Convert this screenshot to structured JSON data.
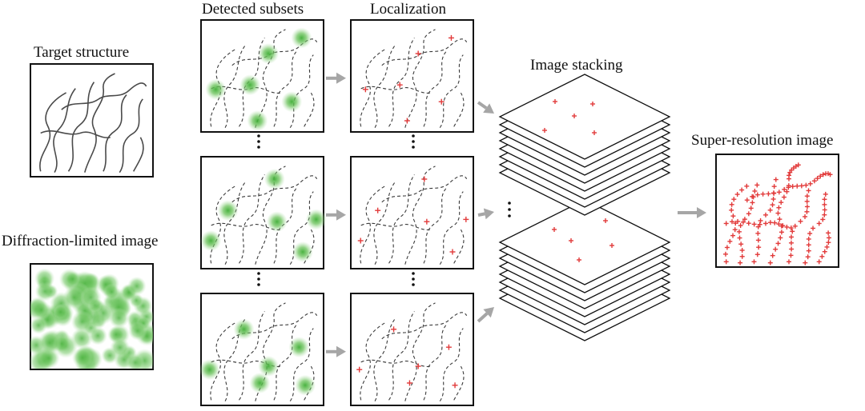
{
  "labels": {
    "target": "Target structure",
    "diffraction": "Diffraction-limited image",
    "detected": "Detected subsets",
    "localization": "Localization",
    "stacking": "Image stacking",
    "superres": "Super-resolution image"
  },
  "colors": {
    "fluorophore_green": "#5cbf4a",
    "localization_red": "#e23a3a",
    "arrow_gray": "#a6a6a6",
    "line": "#111111"
  },
  "panels": {
    "subsets": [
      {
        "spots": [
          [
            0.82,
            0.16
          ],
          [
            0.55,
            0.3
          ],
          [
            0.12,
            0.62
          ],
          [
            0.4,
            0.58
          ],
          [
            0.74,
            0.73
          ],
          [
            0.46,
            0.9
          ]
        ]
      },
      {
        "spots": [
          [
            0.6,
            0.2
          ],
          [
            0.22,
            0.48
          ],
          [
            0.62,
            0.58
          ],
          [
            0.94,
            0.56
          ],
          [
            0.08,
            0.75
          ],
          [
            0.83,
            0.85
          ]
        ]
      },
      {
        "spots": [
          [
            0.35,
            0.32
          ],
          [
            0.8,
            0.48
          ],
          [
            0.55,
            0.65
          ],
          [
            0.07,
            0.68
          ],
          [
            0.48,
            0.8
          ],
          [
            0.85,
            0.82
          ]
        ]
      }
    ]
  }
}
